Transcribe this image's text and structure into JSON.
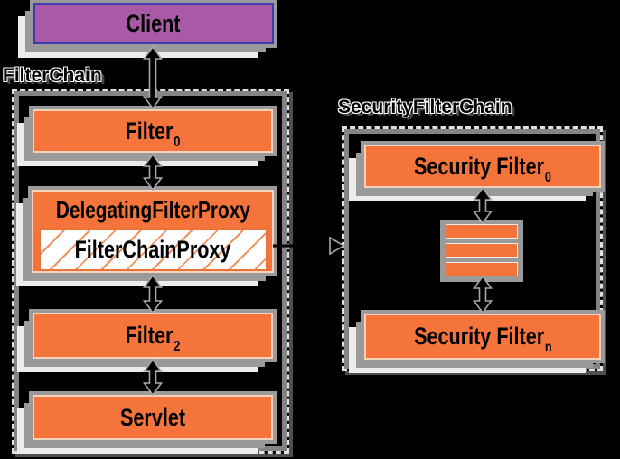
{
  "colors": {
    "bg": "#000000",
    "orange": "#f4743c",
    "orange-border": "#f7d2ba",
    "purple": "#a85aa6",
    "purple-border": "#3d3cae",
    "ghost-gray": "#9a9a9a",
    "ghost-light": "#ececec",
    "dash": "#e0e0e0",
    "hatch": "#f0915e",
    "fcp-border": "#e8743a",
    "arrow-outline": "#a8a8a8",
    "text": "#000000"
  },
  "groups": {
    "filter_chain": {
      "label": "FilterChain"
    },
    "security_filter_chain": {
      "label": "SecurityFilterChain",
      "hidden_filter_bars": 3
    }
  },
  "nodes": {
    "client": {
      "label": "Client"
    },
    "filter0": {
      "label": "Filter",
      "subscript": "0"
    },
    "delegating_filter_proxy": {
      "label": "DelegatingFilterProxy"
    },
    "filter_chain_proxy": {
      "label": "FilterChainProxy"
    },
    "filter2": {
      "label": "Filter",
      "subscript": "2"
    },
    "servlet": {
      "label": "Servlet"
    },
    "security_filter_0": {
      "label": "Security Filter",
      "subscript": "0"
    },
    "security_filter_n": {
      "label": "Security Filter",
      "subscript": "n"
    }
  }
}
